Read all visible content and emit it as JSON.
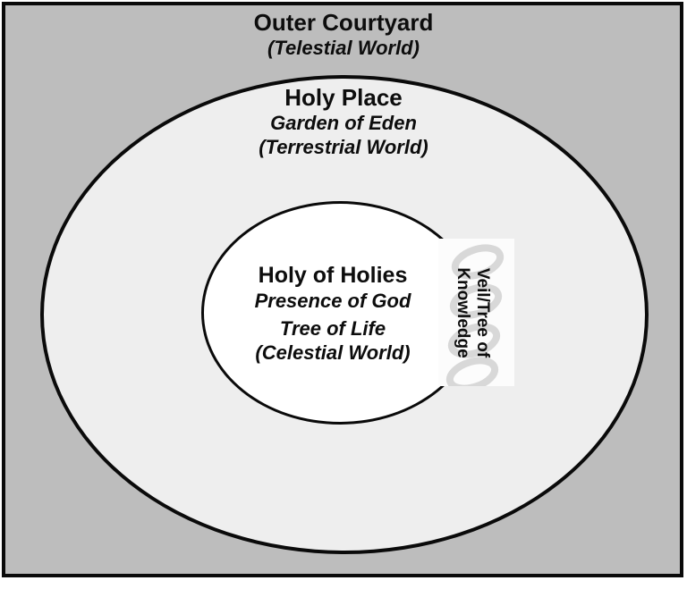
{
  "diagram": {
    "outer_courtyard": {
      "title": "Outer Courtyard",
      "subtitle": "(Telestial World)"
    },
    "holy_place": {
      "title": "Holy Place",
      "subtitle1": "Garden of Eden",
      "subtitle2": "(Terrestrial World)"
    },
    "holy_of_holies": {
      "title": "Holy of Holies",
      "subtitle1": "Presence of God",
      "subtitle2": "Tree of Life",
      "subtitle3": "(Celestial World)"
    },
    "veil_label": {
      "line1": "Veil/Tree of",
      "line2": "Knowledge"
    }
  },
  "colors": {
    "outer_courtyard_fill": "#bdbdbd",
    "holy_place_fill": "#eeeeee",
    "holy_of_holies_fill": "#ffffff",
    "outline": "#0a0a0a",
    "veil_panel_fill": "#fcfcfc",
    "coil_stroke": "#d8d8d8"
  }
}
